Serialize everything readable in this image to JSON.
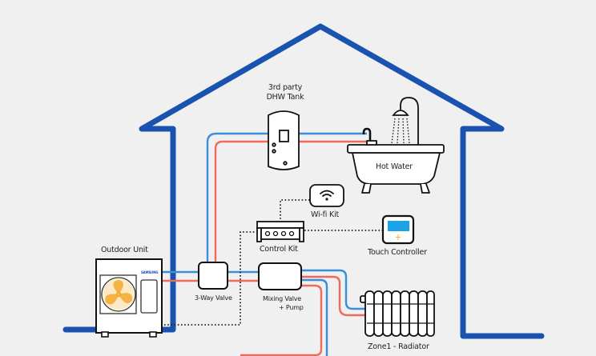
{
  "colors": {
    "background": "#f0f0f0",
    "house": "#1a52b0",
    "pipe_cold": "#3a8fd8",
    "pipe_hot": "#ee6b5c",
    "outline": "#111111",
    "fan": "#f4b343",
    "controller_screen": "#1ba3e3",
    "brand": "#1a52b0"
  },
  "labels": {
    "dhw_tank_line1": "3rd party",
    "dhw_tank_line2": "DHW Tank",
    "hot_water": "Hot Water",
    "wifi_kit": "Wi-fi Kit",
    "control_kit": "Control Kit",
    "touch_controller": "Touch Controller",
    "outdoor_unit": "Outdoor Unit",
    "three_way_valve": "3-Way Valve",
    "mixing_valve_line1": "Mixing Valve",
    "mixing_valve_line2": "+ Pump",
    "zone1_radiator": "Zone1 - Radiator",
    "brand_mark": "SAMSUNG"
  },
  "icons": {
    "outdoor_unit": "outdoor-unit-icon",
    "fan": "fan-icon",
    "tank": "dhw-tank-icon",
    "bathtub": "bathtub-icon",
    "shower": "shower-icon",
    "wifi": "wifi-icon",
    "control_kit": "control-kit-icon",
    "touch_controller": "touch-controller-icon",
    "valve": "valve-icon",
    "radiator": "radiator-icon",
    "house": "house-outline-icon"
  }
}
